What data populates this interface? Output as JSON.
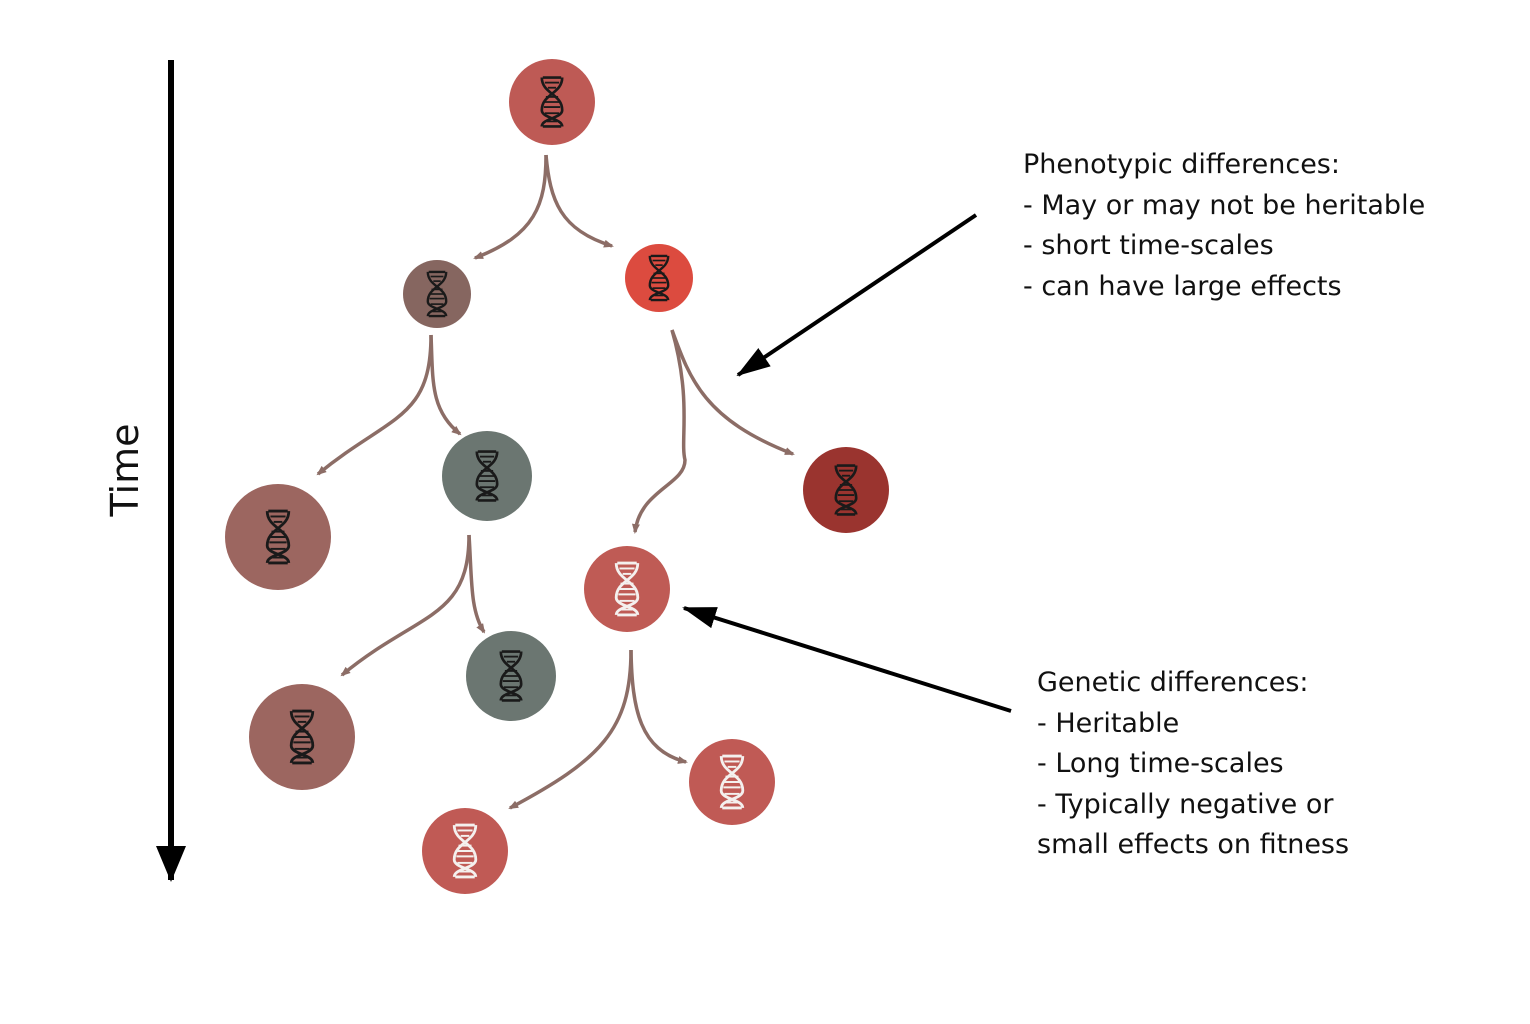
{
  "time_axis": {
    "label": "Time"
  },
  "phenotypic": {
    "heading": "Phenotypic differences:",
    "points": [
      "- May or may not be heritable",
      "- short time-scales",
      "- can have large effects"
    ]
  },
  "genetic": {
    "heading": "Genetic differences:",
    "points": [
      "- Heritable",
      "- Long time-scales",
      "- Typically negative or",
      "small effects on fitness"
    ]
  },
  "colors": {
    "branch_arrow": "#8c6d66",
    "annotation_arrow": "#000000",
    "time_arrow": "#000000",
    "dna_dark": "#1a1a1a",
    "dna_light": "#f4f0ee"
  },
  "cells": [
    {
      "id": "root",
      "color": "#be5a55",
      "icon": "dna-icon",
      "icon_color": "dark"
    },
    {
      "id": "g1-left",
      "color": "#866660",
      "icon": "dna-icon",
      "icon_color": "dark"
    },
    {
      "id": "g1-right",
      "color": "#dc4b3f",
      "icon": "dna-icon",
      "icon_color": "dark"
    },
    {
      "id": "g2-left-a",
      "color": "#9c6660",
      "icon": "dna-icon",
      "icon_color": "dark"
    },
    {
      "id": "g2-left-b",
      "color": "#6b7671",
      "icon": "dna-icon",
      "icon_color": "dark"
    },
    {
      "id": "g2-right-a",
      "color": "#bf5b55",
      "icon": "dna-icon",
      "icon_color": "light"
    },
    {
      "id": "g2-right-b",
      "color": "#9a342f",
      "icon": "dna-icon",
      "icon_color": "dark"
    },
    {
      "id": "g3-left-a",
      "color": "#9c6660",
      "icon": "dna-icon",
      "icon_color": "dark"
    },
    {
      "id": "g3-left-b",
      "color": "#6b7671",
      "icon": "dna-icon",
      "icon_color": "dark"
    },
    {
      "id": "g3-right-a",
      "color": "#c05a55",
      "icon": "dna-icon",
      "icon_color": "light"
    },
    {
      "id": "g3-right-b",
      "color": "#c05a55",
      "icon": "dna-icon",
      "icon_color": "light"
    }
  ]
}
